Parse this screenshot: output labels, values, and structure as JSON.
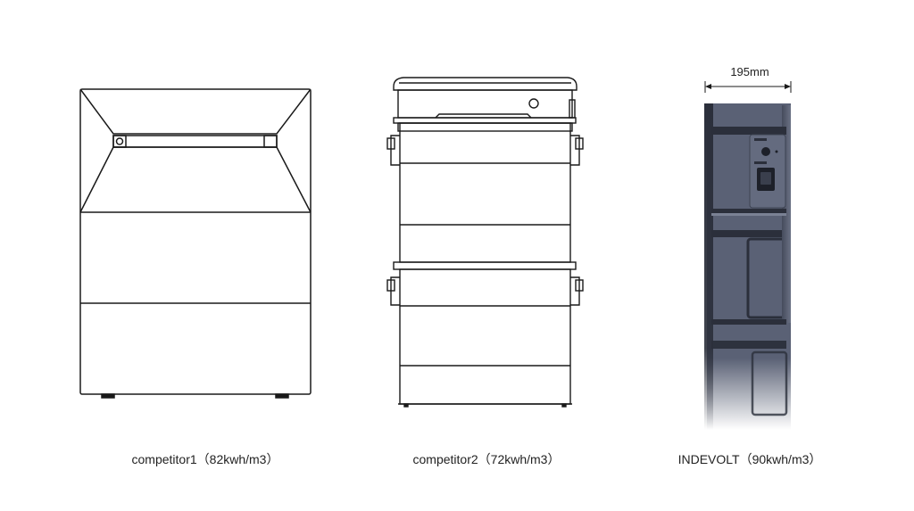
{
  "products": [
    {
      "caption": "competitor1（82kwh/m3）"
    },
    {
      "caption": "competitor2（72kwh/m3）"
    },
    {
      "caption": "INDEVOLT（90kwh/m3）"
    }
  ],
  "dimension": {
    "label": "195mm"
  },
  "colors": {
    "outline": "#1a1a1a",
    "indevolt_body": "#5a6175",
    "indevolt_dark": "#2b2f3b",
    "indevolt_edge": "#3d4352"
  }
}
